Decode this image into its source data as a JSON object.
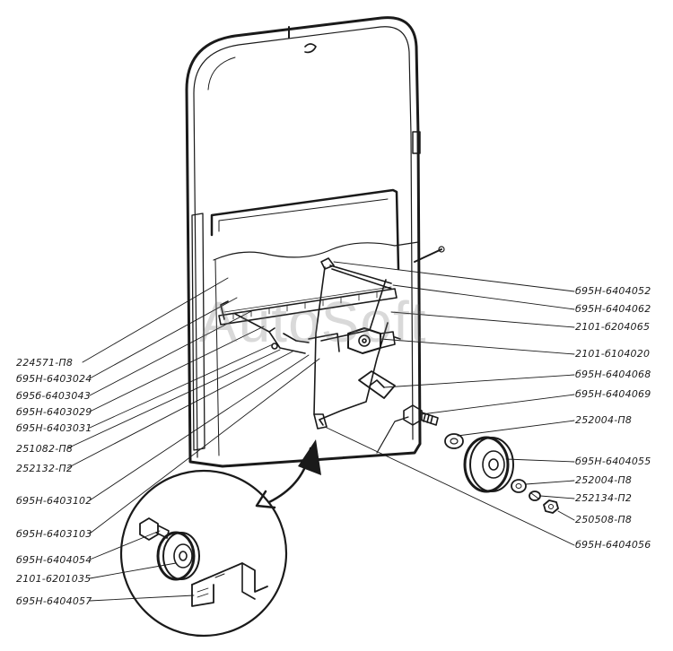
{
  "watermark": "AutoSoft",
  "callouts_right": [
    "б95Н-6404052",
    "б95Н-6404062",
    "2101-б204065",
    "2101-б104020",
    "б95Н-6404068",
    "б95Н-6404069",
    "252004-П8",
    "б95Н-6404055",
    "252004-П8",
    "252134-П2",
    "250508-П8",
    "б95Н-6404056"
  ],
  "callouts_left": [
    "224571-П8",
    "б95Н-6403024",
    "б95б-6403043",
    "б95Н-6403029",
    "б95Н-6403031",
    "251082-П8",
    "252132-П2",
    "б95Н-6403102",
    "б95Н-6403103",
    "б95Н-6404054",
    "2101-6201035",
    "б95Н-6404057"
  ]
}
